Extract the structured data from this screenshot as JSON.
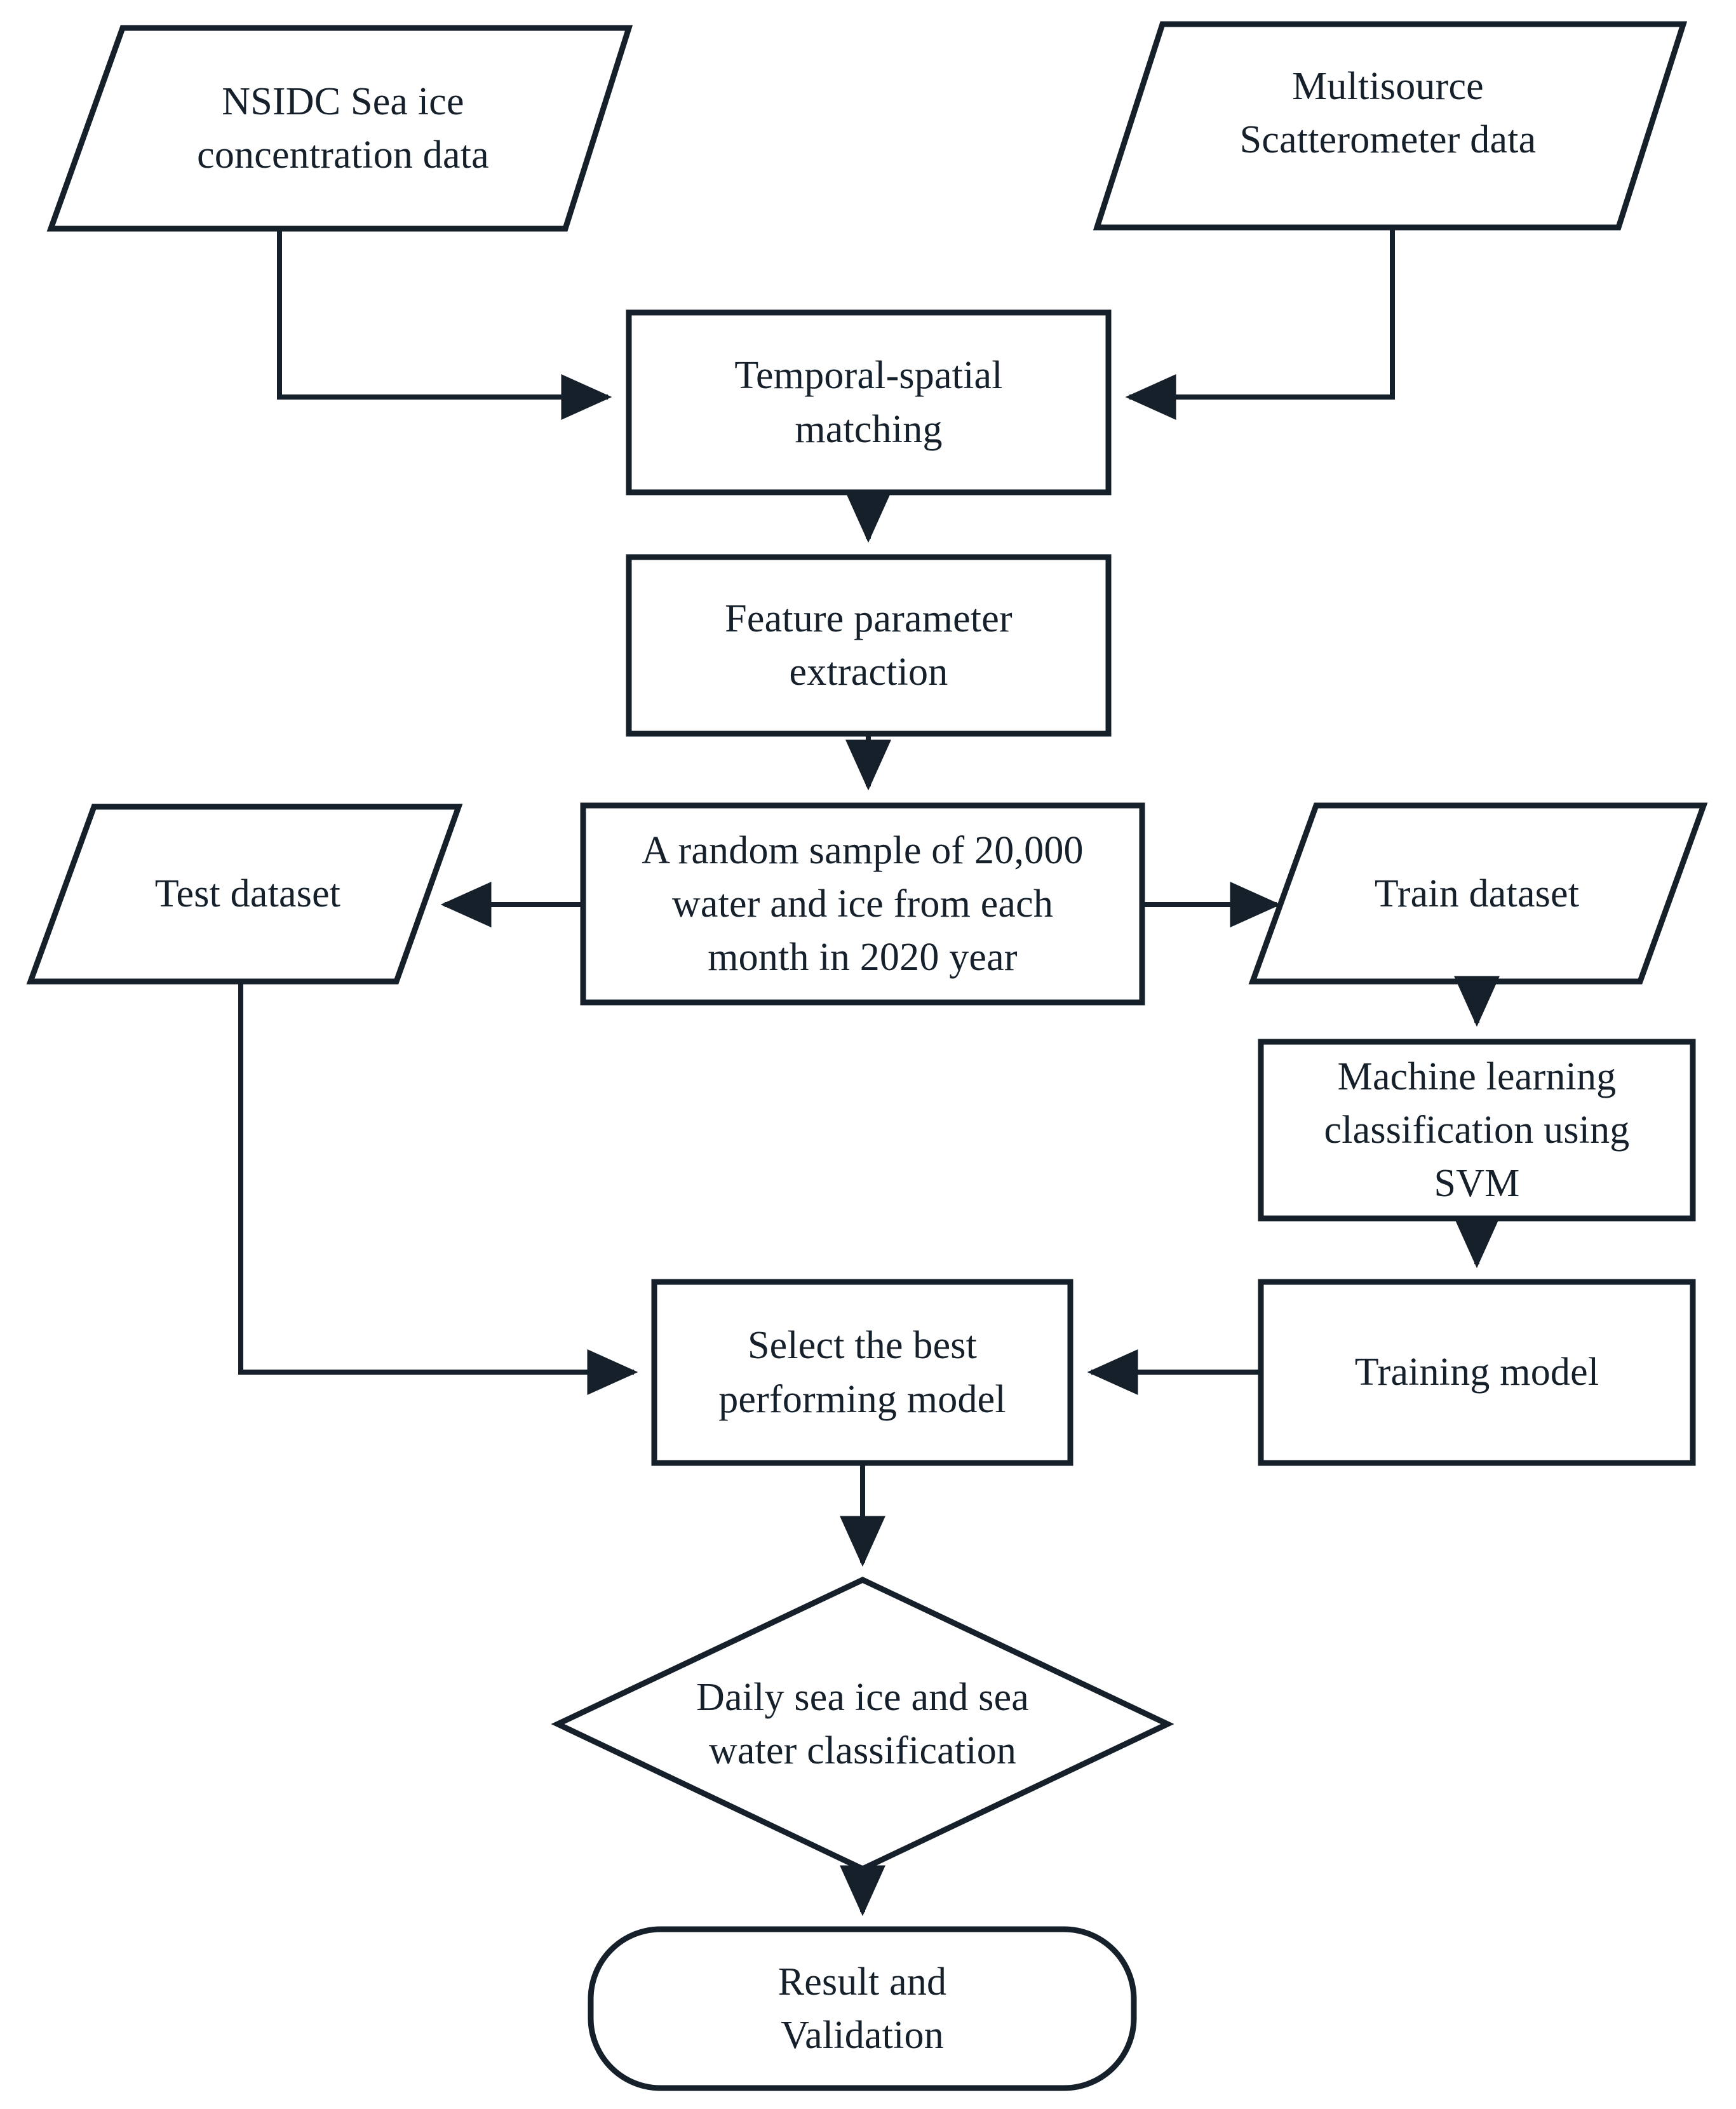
{
  "diagram": {
    "type": "flowchart",
    "orientation": "top-to-bottom",
    "stroke_color": "#15202b",
    "fill_color": "#ffffff",
    "background_color": "#ffffff",
    "nodes": [
      {
        "id": "nsidc-data",
        "shape": "parallelogram",
        "role": "input-data",
        "label": "NSIDC Sea ice\nconcentration data"
      },
      {
        "id": "scatterometer-data",
        "shape": "parallelogram",
        "role": "input-data",
        "label": "Multisource\nScatterometer data"
      },
      {
        "id": "temporal-spatial-matching",
        "shape": "rectangle",
        "role": "process",
        "label": "Temporal-spatial\nmatching"
      },
      {
        "id": "feature-parameter-extraction",
        "shape": "rectangle",
        "role": "process",
        "label": "Feature parameter\nextraction"
      },
      {
        "id": "random-sample",
        "shape": "rectangle",
        "role": "process",
        "label": "A random sample of 20,000\nwater and ice from each\nmonth in 2020 year"
      },
      {
        "id": "test-dataset",
        "shape": "parallelogram",
        "role": "data",
        "label": "Test dataset"
      },
      {
        "id": "train-dataset",
        "shape": "parallelogram",
        "role": "data",
        "label": "Train dataset"
      },
      {
        "id": "ml-classification-svm",
        "shape": "rectangle",
        "role": "process",
        "label": "Machine learning\nclassification using\nSVM"
      },
      {
        "id": "training-model",
        "shape": "rectangle",
        "role": "process",
        "label": "Training model"
      },
      {
        "id": "select-best-model",
        "shape": "rectangle",
        "role": "process",
        "label": "Select the best\nperforming model"
      },
      {
        "id": "daily-classification",
        "shape": "diamond",
        "role": "decision",
        "label": "Daily sea ice and sea\nwater classification"
      },
      {
        "id": "result-validation",
        "shape": "rounded-rectangle",
        "role": "terminator",
        "label": "Result and\nValidation"
      }
    ],
    "edges": [
      {
        "id": "e1",
        "from": "nsidc-data",
        "to": "temporal-spatial-matching",
        "style": "elbow",
        "arrow": "end"
      },
      {
        "id": "e2",
        "from": "scatterometer-data",
        "to": "temporal-spatial-matching",
        "style": "elbow",
        "arrow": "end"
      },
      {
        "id": "e3",
        "from": "temporal-spatial-matching",
        "to": "feature-parameter-extraction",
        "style": "straight",
        "arrow": "end"
      },
      {
        "id": "e4",
        "from": "feature-parameter-extraction",
        "to": "random-sample",
        "style": "straight",
        "arrow": "end"
      },
      {
        "id": "e5",
        "from": "random-sample",
        "to": "test-dataset",
        "style": "straight",
        "arrow": "end"
      },
      {
        "id": "e6",
        "from": "random-sample",
        "to": "train-dataset",
        "style": "straight",
        "arrow": "end"
      },
      {
        "id": "e7",
        "from": "train-dataset",
        "to": "ml-classification-svm",
        "style": "straight",
        "arrow": "end"
      },
      {
        "id": "e8",
        "from": "ml-classification-svm",
        "to": "training-model",
        "style": "straight",
        "arrow": "end"
      },
      {
        "id": "e9",
        "from": "training-model",
        "to": "select-best-model",
        "style": "straight",
        "arrow": "end"
      },
      {
        "id": "e10",
        "from": "test-dataset",
        "to": "select-best-model",
        "style": "elbow",
        "arrow": "end"
      },
      {
        "id": "e11",
        "from": "select-best-model",
        "to": "daily-classification",
        "style": "straight",
        "arrow": "end"
      },
      {
        "id": "e12",
        "from": "daily-classification",
        "to": "result-validation",
        "style": "straight",
        "arrow": "end"
      }
    ]
  }
}
